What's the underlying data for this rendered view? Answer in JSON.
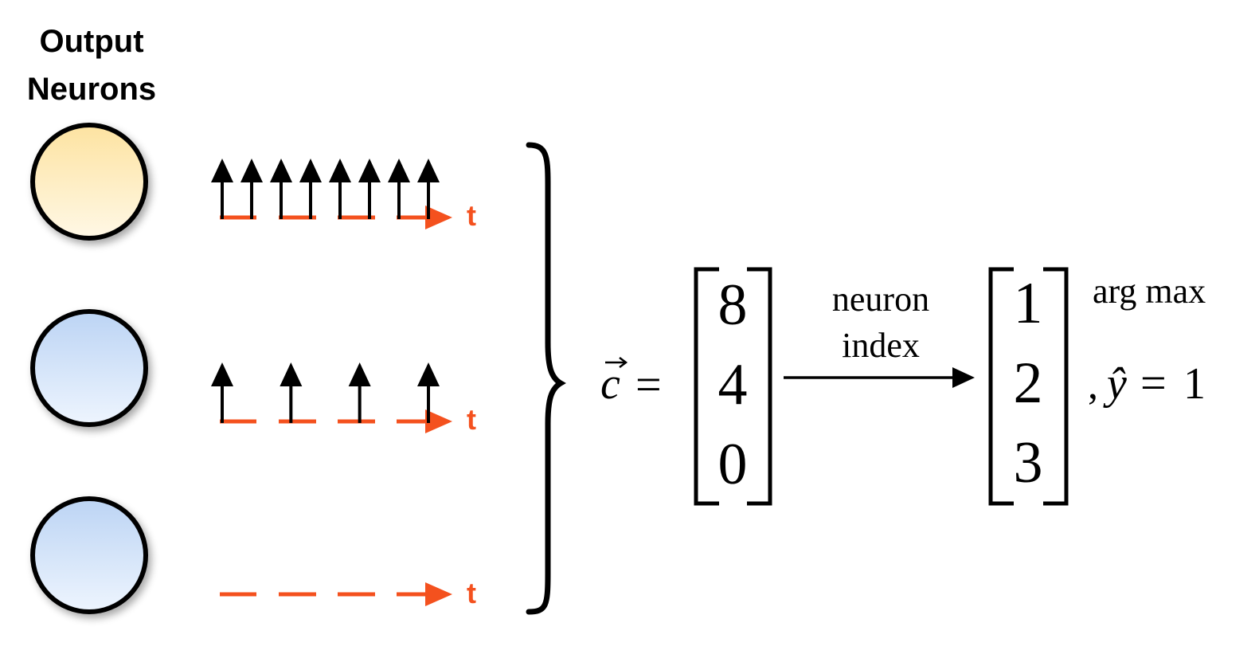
{
  "title_line1": "Output",
  "title_line2": "Neurons",
  "neurons": [
    {
      "fill_top": "#fde3a1",
      "fill_bottom": "#fff8e6",
      "spikes": 8
    },
    {
      "fill_top": "#bcd4f4",
      "fill_bottom": "#eef5fe",
      "spikes": 4
    },
    {
      "fill_top": "#bcd4f4",
      "fill_bottom": "#eef5fe",
      "spikes": 0
    }
  ],
  "time_label": "t",
  "colors": {
    "spike": "#000000",
    "axis": "#f4511e",
    "outline": "#000000"
  },
  "count_vector": {
    "label": "c",
    "equals": "=",
    "values": [
      "8",
      "4",
      "0"
    ]
  },
  "arrow_label_line1": "neuron",
  "arrow_label_line2": "index",
  "index_vector": {
    "values": [
      "1",
      "2",
      "3"
    ]
  },
  "argmax_label": "arg max",
  "prediction": {
    "comma": ",",
    "symbol": "ŷ",
    "equals": "=",
    "value": "1"
  }
}
